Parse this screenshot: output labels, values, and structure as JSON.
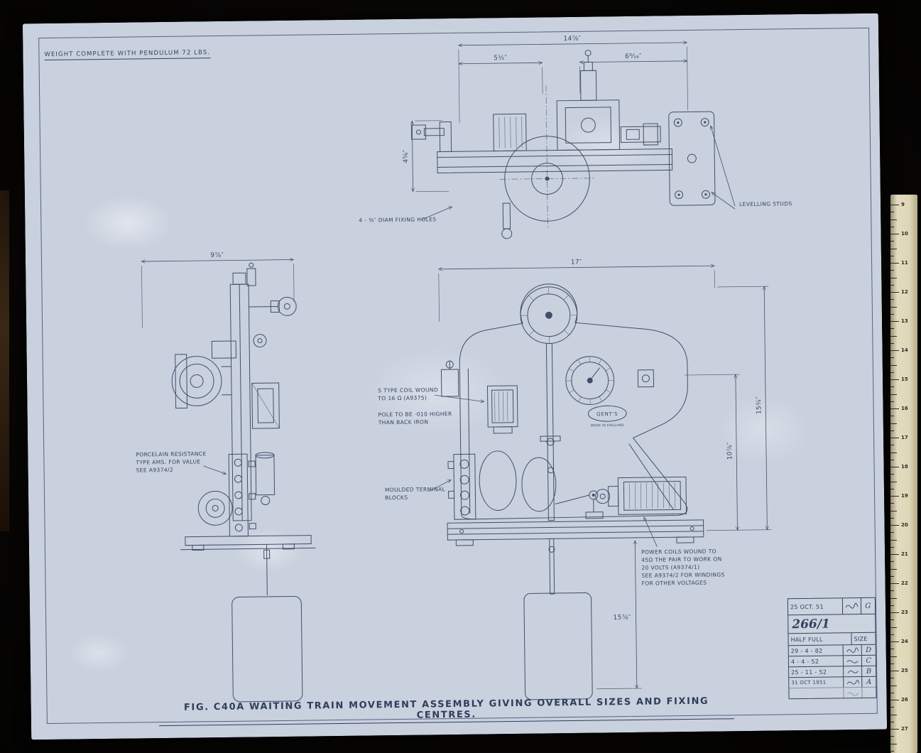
{
  "meta": {
    "ink_color": "#35425f",
    "paper_color": "#c9d1de",
    "ruler_color": "#ded6b6"
  },
  "notes": {
    "weight": "WEIGHT COMPLETE WITH PENDULUM 72 LBS.",
    "fixing_holes": "4 - ⅜″ DIAM FIXING HOLES",
    "levelling_studs": "LEVELLING STUDS",
    "s_coil": "S TYPE COIL WOUND\nTO 16 Ω (A9375)",
    "pole": "POLE TO BE ·010 HIGHER\nTHAN BACK IRON",
    "terminal_blocks": "MOULDED TERMINAL\nBLOCKS",
    "power_coils": "POWER COILS WOUND TO\n45Ω THE PAIR TO WORK ON\n20 VOLTS (A9374/1)\nSEE A9374/2 FOR WINDINGS\nFOR OTHER VOLTAGES",
    "porcelain": "PORCELAIN RESISTANCE\nTYPE AMS. FOR VALUE\nSEE A9374/2"
  },
  "dimensions": {
    "top_overall": "14⅞″",
    "top_left": "5½″",
    "top_right": "6⁹⁄₁₆″",
    "top_height": "4⅝″",
    "side_width": "9⅞″",
    "front_width": "17″",
    "front_height": "15¾″",
    "front_inner": "10⅞″",
    "pendulum_drop": "15⅞″"
  },
  "badge": {
    "line1": "GENT'S",
    "line2": "MADE IN ENGLAND"
  },
  "title": "FIG. C40A WAITING TRAIN MOVEMENT ASSEMBLY GIVING OVERALL SIZES AND FIXING CENTRES.",
  "titleblock": {
    "date": "25 OCT. 51",
    "approved": "G",
    "drawing_number": "266/1",
    "scale": "HALF FULL",
    "size_label": "SIZE",
    "revisions": [
      {
        "date": "29 - 4 - 82",
        "letter": "D"
      },
      {
        "date": "4 - 4 - 52",
        "letter": "C"
      },
      {
        "date": "25 - 11 - 52",
        "letter": "B"
      },
      {
        "date": "31 OCT 1951",
        "letter": "A"
      },
      {
        "date": "",
        "letter": ""
      }
    ]
  },
  "ruler": {
    "numbers": [
      "9",
      "10",
      "11",
      "12",
      "13",
      "14",
      "15",
      "16",
      "17",
      "18",
      "19",
      "20",
      "21",
      "22",
      "23",
      "24",
      "25",
      "26",
      "27"
    ]
  }
}
